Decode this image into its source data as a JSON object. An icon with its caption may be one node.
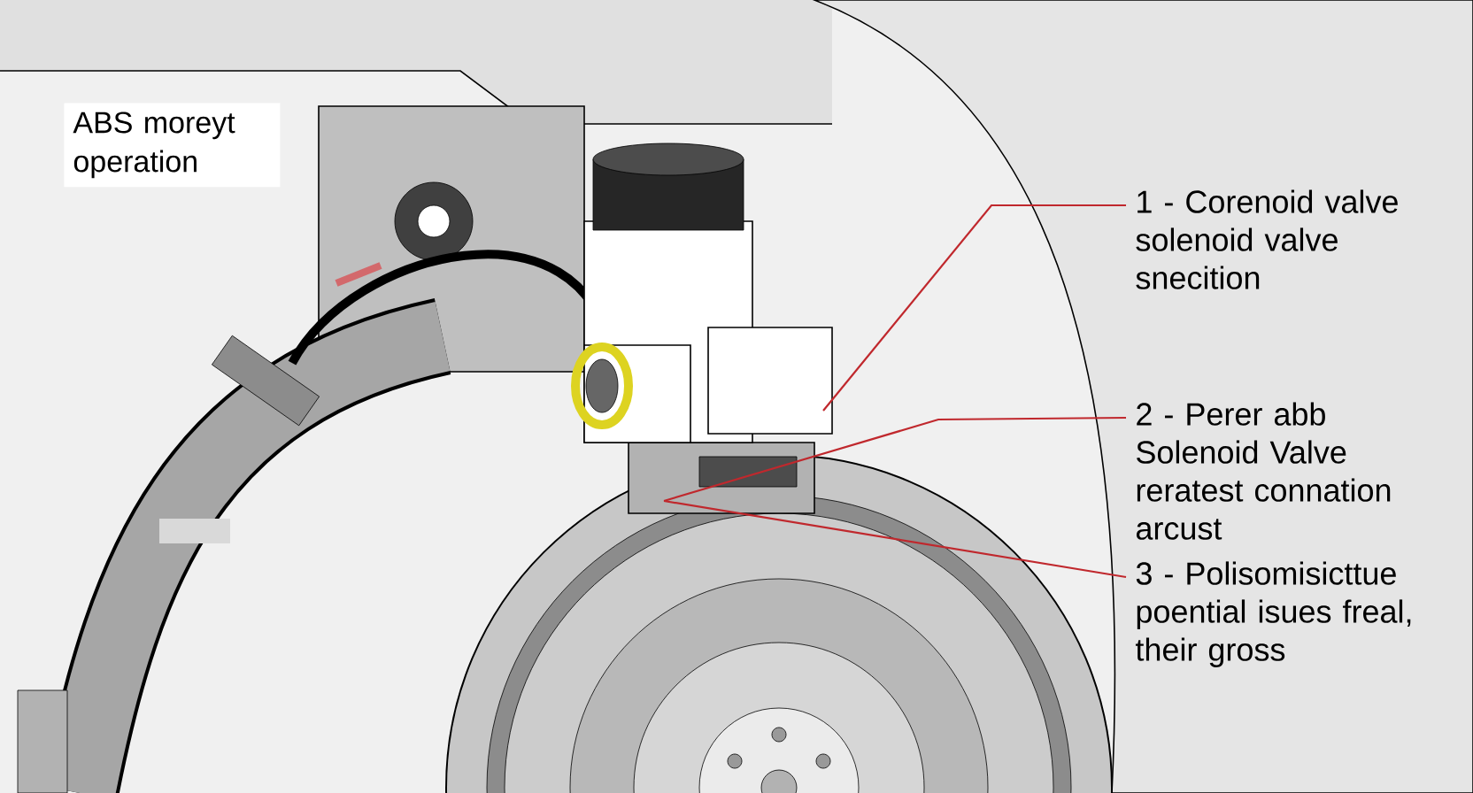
{
  "diagram": {
    "nodes": [
      {
        "text": [
          "1 - Corenoid valve solenoid valve snecition"
        ]
      },
      {
        "text": [
          "2 - Perer abb Solenoid Valve reratest connation arcust"
        ]
      },
      {
        "text": [
          "3 - Polisomisicttue poential isues freal, their gross"
        ]
      }
    ],
    "edges": [
      {
        "from": 0,
        "to": null,
        "arrow": "none"
      },
      {
        "from": 1,
        "to": null,
        "arrow": "none"
      },
      {
        "from": 2,
        "to": null,
        "arrow": "none"
      }
    ],
    "labels": [
      "ABS moreyt operation"
    ]
  }
}
